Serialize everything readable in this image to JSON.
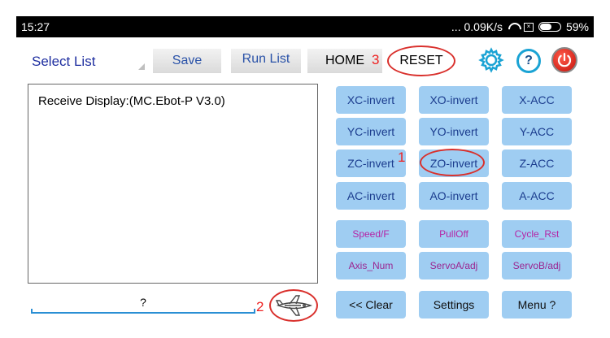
{
  "status": {
    "time": "15:27",
    "speed": "... 0.09K/s",
    "battery": "59%",
    "battery_level": 0.59
  },
  "toolbar": {
    "select_list": "Select List",
    "save": "Save",
    "run_list": "Run List",
    "home": "HOME",
    "reset": "RESET"
  },
  "annotations": {
    "n1": "1",
    "n2": "2",
    "n3": "3"
  },
  "display": {
    "text": "Receive Display:(MC.Ebot-P V3.0)"
  },
  "input": {
    "value": "?"
  },
  "grid": {
    "row1": [
      "XC-invert",
      "XO-invert",
      "X-ACC"
    ],
    "row2": [
      "YC-invert",
      "YO-invert",
      "Y-ACC"
    ],
    "row3": [
      "ZC-invert",
      "ZO-invert",
      "Z-ACC"
    ],
    "row4": [
      "AC-invert",
      "AO-invert",
      "A-ACC"
    ],
    "row5": [
      "Speed/F",
      "PullOff",
      "Cycle_Rst"
    ],
    "row6": [
      "Axis_Num",
      "ServoA/adj",
      "ServoB/adj"
    ],
    "row7": [
      "<< Clear",
      "Settings",
      "Menu ?"
    ]
  },
  "colors": {
    "button_blue": "#9fcdf2",
    "annotation_red": "#d9302c",
    "label_magenta": "#b524a5"
  },
  "icons": [
    "gear-icon",
    "help-icon",
    "power-icon",
    "airplane-icon",
    "wifi-icon",
    "battery-icon"
  ]
}
